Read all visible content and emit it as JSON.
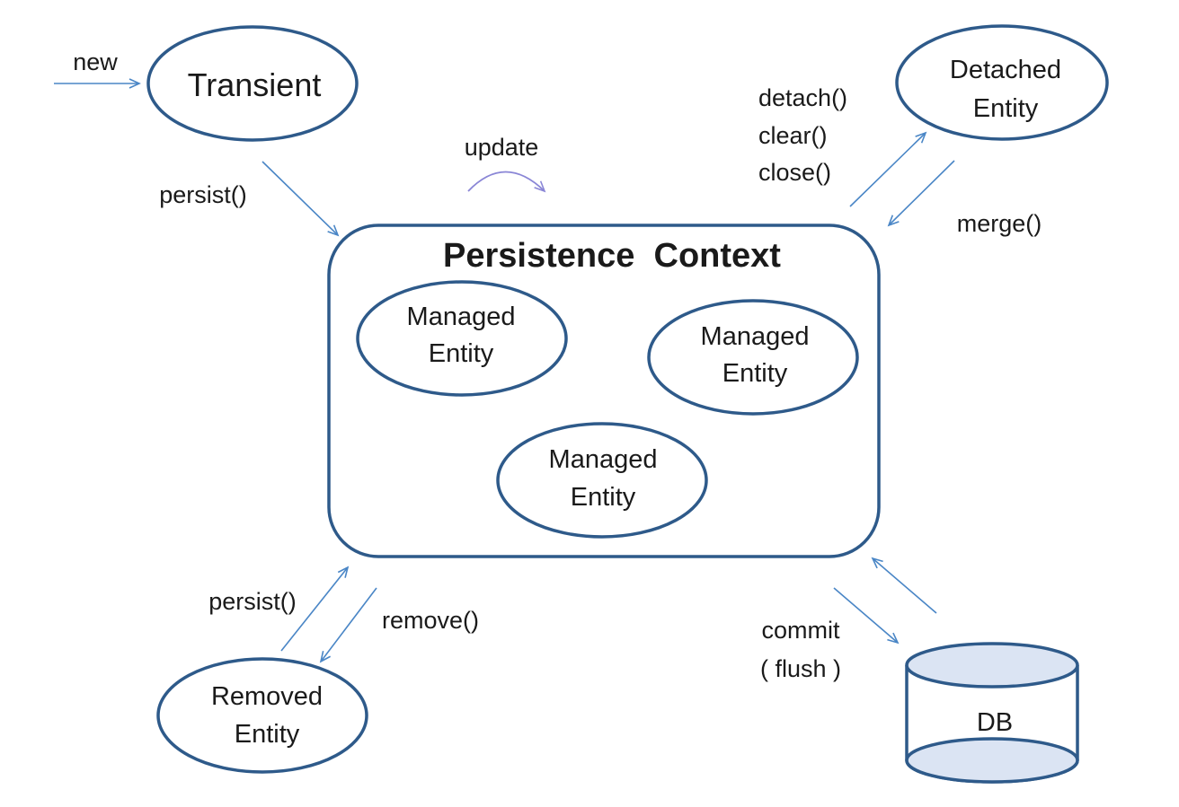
{
  "colors": {
    "outline": "#2e5a8a",
    "arrow": "#4a86c6",
    "db_fill": "#dbe4f3",
    "update_arrow": "#8a86d6",
    "text": "#1a1a1a"
  },
  "nodes": {
    "transient": {
      "label": "Transient"
    },
    "detached": {
      "line1": "Detached",
      "line2": "Entity"
    },
    "context": {
      "title": "Persistence  Context"
    },
    "managed_1": {
      "line1": "Managed",
      "line2": "Entity"
    },
    "managed_2": {
      "line1": "Managed",
      "line2": "Entity"
    },
    "managed_3": {
      "line1": "Managed",
      "line2": "Entity"
    },
    "removed": {
      "line1": "Removed",
      "line2": "Entity"
    },
    "db": {
      "label": "DB"
    }
  },
  "edges": {
    "new": "new",
    "persist_top": "persist()",
    "update": "update",
    "detach": "detach()",
    "clear": "clear()",
    "close": "close()",
    "merge": "merge()",
    "persist_bottom": "persist()",
    "remove": "remove()",
    "commit": "commit",
    "flush": "( flush )"
  }
}
